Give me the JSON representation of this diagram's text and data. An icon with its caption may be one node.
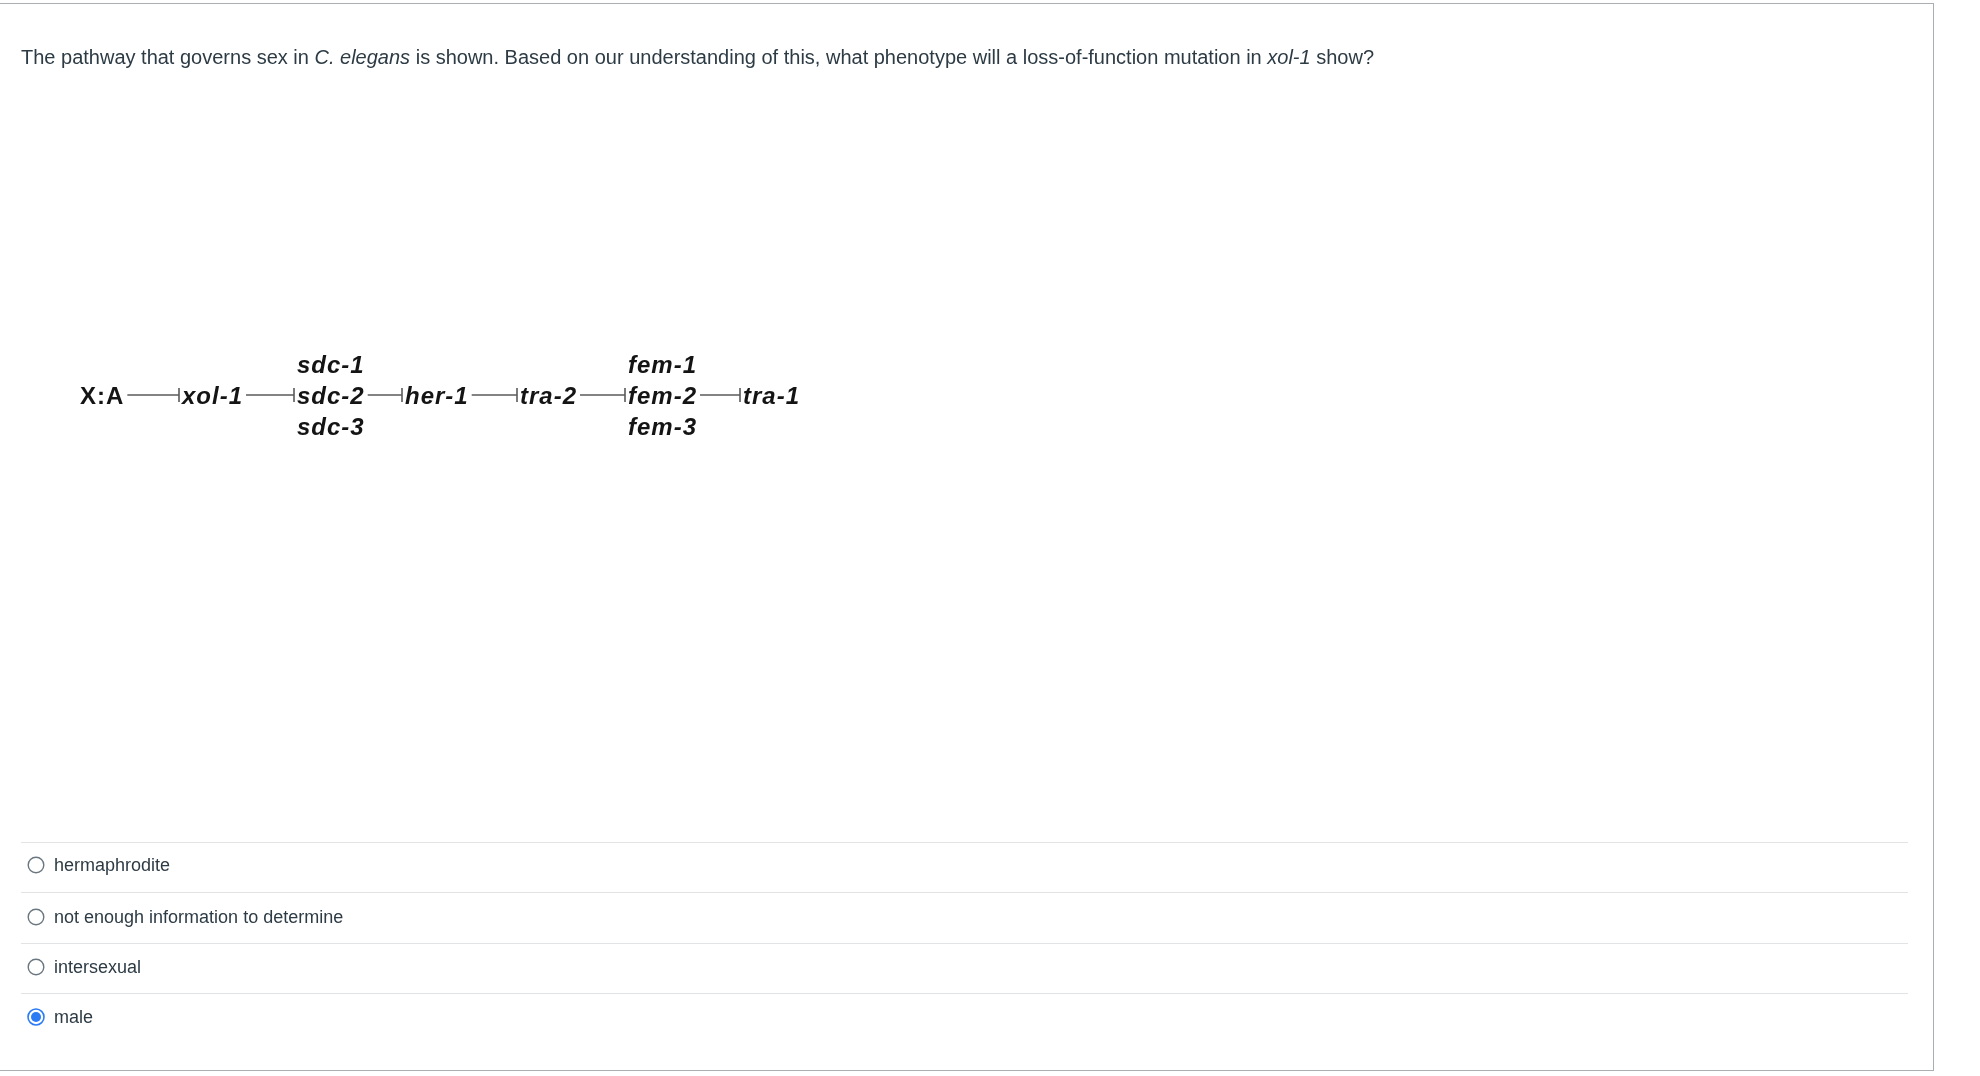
{
  "diagram": {
    "title": "The pathway that governs sex in *C. elegans* is shown. Based on our understanding of this, what phenotype will a loss-of-function mutation in *xol-1* show?",
    "nodes": [
      {
        "text": [
          "X:A"
        ]
      },
      {
        "text": [
          "xol-1"
        ]
      },
      {
        "text": [
          "sdc-1",
          "sdc-2",
          "sdc-3"
        ]
      },
      {
        "text": [
          "her-1"
        ]
      },
      {
        "text": [
          "tra-2"
        ]
      },
      {
        "text": [
          "fem-1",
          "fem-2",
          "fem-3"
        ]
      },
      {
        "text": [
          "tra-1"
        ]
      }
    ],
    "edges": [
      {
        "from": 0,
        "to": 1,
        "arrow": "other"
      },
      {
        "from": 1,
        "to": 2,
        "arrow": "other"
      },
      {
        "from": 2,
        "to": 3,
        "arrow": "other"
      },
      {
        "from": 3,
        "to": 4,
        "arrow": "other"
      },
      {
        "from": 4,
        "to": 5,
        "arrow": "other"
      },
      {
        "from": 5,
        "to": 6,
        "arrow": "other"
      }
    ],
    "labels": [
      "hermaphrodite",
      "not enough information to determine",
      "intersexual",
      "male"
    ]
  }
}
